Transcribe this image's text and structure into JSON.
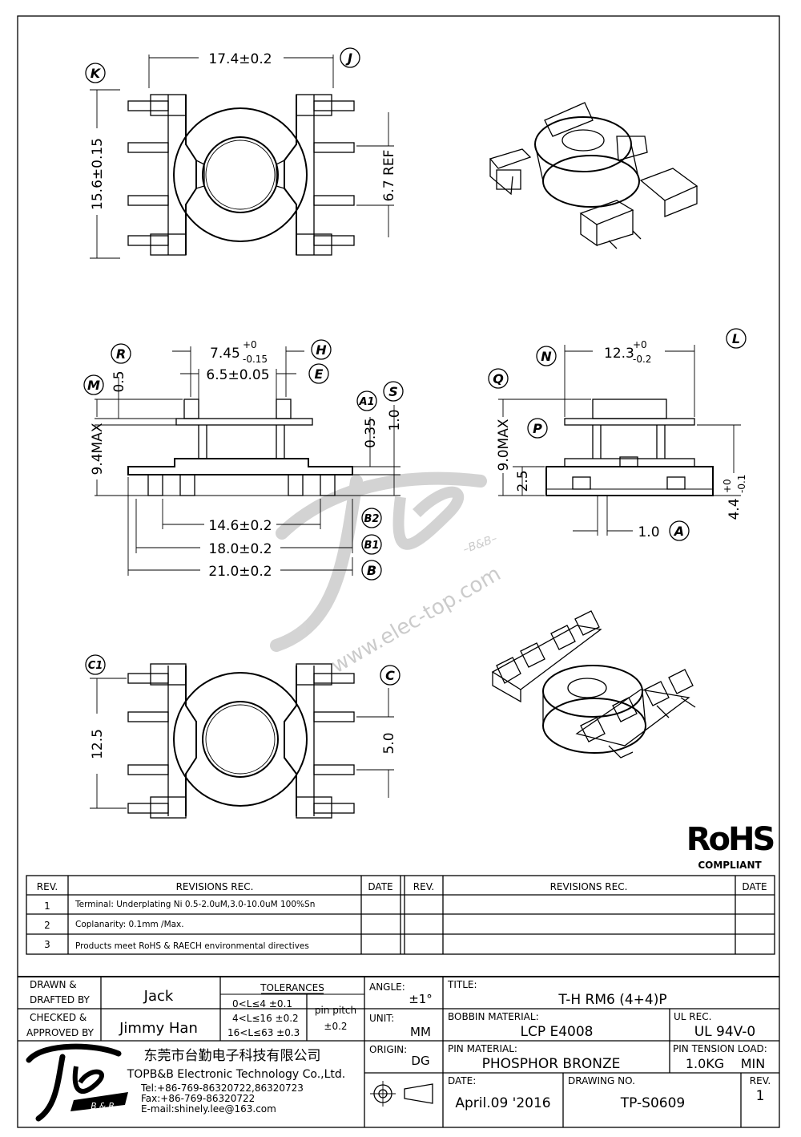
{
  "top_view": {
    "dim_width": "17.4±0.2",
    "dim_height": "15.6±0.15",
    "dim_ref": "6.7 REF",
    "label_k": "K",
    "label_j": "J"
  },
  "front_view": {
    "dim_745_main": "7.45",
    "dim_745_sup": "+0",
    "dim_745_sub": "-0.15",
    "dim_65": "6.5±0.05",
    "dim_05": "0.5",
    "dim_94": "9.4MAX",
    "dim_035": "0.35",
    "dim_10": "1.0",
    "dim_146": "14.6±0.2",
    "dim_180": "18.0±0.2",
    "dim_210": "21.0±0.2",
    "labels": {
      "r": "R",
      "h": "H",
      "m": "M",
      "e": "E",
      "a1": "A1",
      "s": "S",
      "b2": "B2",
      "b1": "B1",
      "b": "B"
    }
  },
  "side_view": {
    "dim_123_main": "12.3",
    "dim_123_sup": "+0",
    "dim_123_sub": "-0.2",
    "dim_90": "9.0MAX",
    "dim_25": "2.5",
    "dim_44_main": "4.4",
    "dim_44_sup": "+0",
    "dim_44_sub": "-0.1",
    "dim_pin": "1.0",
    "labels": {
      "l": "L",
      "n": "N",
      "q": "Q",
      "p": "P",
      "a": "A"
    }
  },
  "bottom_view": {
    "dim_125": "12.5",
    "dim_50": "5.0",
    "label_c1": "C1",
    "label_c": "C"
  },
  "watermark": {
    "url": "www.elec-top.com",
    "brand": "–B&B–"
  },
  "rohs": {
    "mark": "RoHS",
    "caption": "COMPLIANT"
  },
  "revisions": {
    "headers": {
      "rev": "REV.",
      "rec": "REVISIONS   REC.",
      "date": "DATE"
    },
    "rows": [
      {
        "rev": "1",
        "text": "Terminal: Underplating Ni 0.5-2.0uM,3.0-10.0uM 100%Sn"
      },
      {
        "rev": "2",
        "text": "Coplanarity: 0.1mm /Max."
      },
      {
        "rev": "3",
        "text": "Products meet RoHS & RAECH environmental directives"
      }
    ]
  },
  "title_block": {
    "drawn_label_1": "DRAWN &",
    "drawn_label_2": "DRAFTED BY",
    "drawn_value": "Jack",
    "checked_label_1": "CHECKED &",
    "checked_label_2": "APPROVED BY",
    "checked_value": "Jimmy Han",
    "tolerances_title": "TOLERANCES",
    "tol_rows": [
      "0<L≤4    ±0.1",
      "4<L≤16  ±0.2",
      "16<L≤63  ±0.3"
    ],
    "pin_pitch_label": "pin pitch",
    "pin_pitch_value": "±0.2",
    "angle_label": "ANGLE:",
    "angle_value": "±1°",
    "unit_label": "UNIT:",
    "unit_value": "MM",
    "origin_label": "ORIGIN:",
    "origin_value": "DG",
    "title_label": "TITLE:",
    "title_value": "T-H RM6 (4+4)P",
    "bobbin_label": "BOBBIN MATERIAL:",
    "bobbin_value": "LCP E4008",
    "ul_label": "UL REC.",
    "ul_value": "UL 94V-0",
    "pin_material_label": "PIN MATERIAL:",
    "pin_material_value": "PHOSPHOR BRONZE",
    "tension_label": "PIN TENSION LOAD:",
    "tension_value": "1.0KG",
    "tension_unit": "MIN",
    "date_label": "DATE:",
    "date_value": "April.09 '2016",
    "drawing_label": "DRAWING NO.",
    "drawing_value": "TP-S0609",
    "rev_label": "REV.",
    "rev_value": "1",
    "company_cn": "东莞市台勤电子科技有限公司",
    "company_en": "TOPB&B Electronic Technology Co.,Ltd.",
    "tel": "Tel:+86-769-86320722,86320723",
    "fax": "Fax:+86-769-86320722",
    "email": "E-mail:shinely.lee@163.com",
    "logo_caption": "B & B"
  }
}
